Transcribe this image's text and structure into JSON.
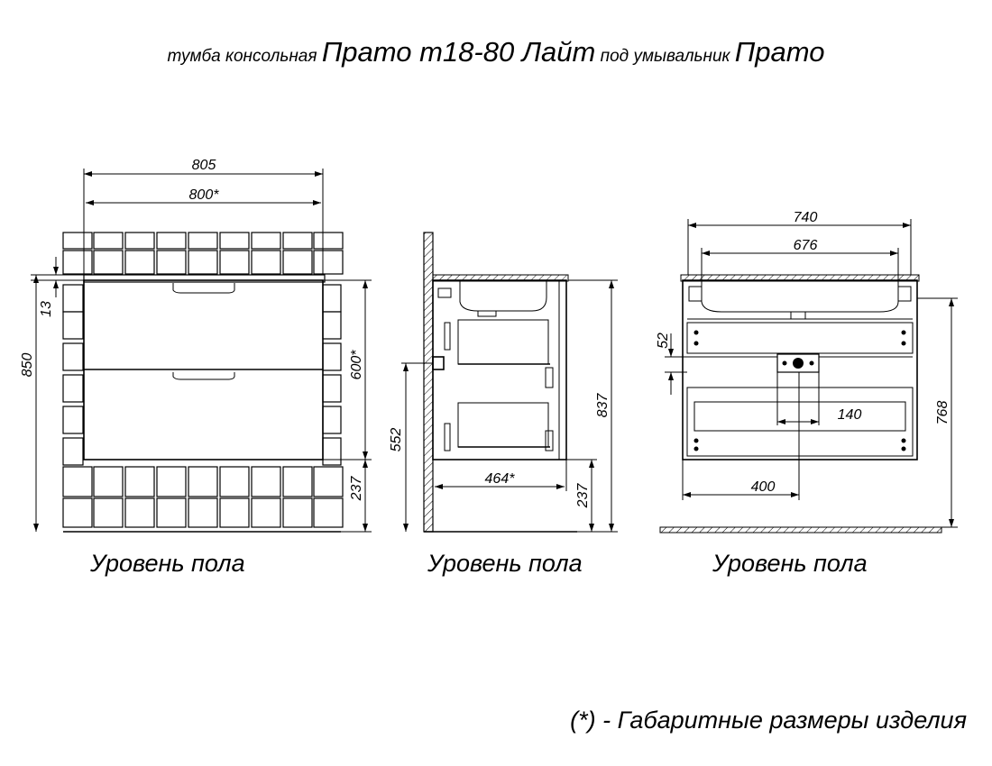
{
  "title": {
    "part1": "тумба консольная ",
    "part2": "Прато т18-80 Лайт",
    "part3": " под умывальник ",
    "part4": "Прато"
  },
  "views": {
    "front": {
      "dims": {
        "width_outer": "805",
        "width_inner": "800*",
        "top_gap": "13",
        "height": "850",
        "body_height": "600*",
        "floor_gap": "237"
      },
      "floor_label": "Уровень пола"
    },
    "side": {
      "dims": {
        "inlet_height": "552",
        "total_height": "837",
        "depth": "464*",
        "floor_gap": "237"
      },
      "floor_label": "Уровень пола"
    },
    "back": {
      "dims": {
        "width_outer": "740",
        "width_inner": "676",
        "mount_gap": "52",
        "pipe_width": "140",
        "pipe_offset": "400",
        "height": "768"
      },
      "floor_label": "Уровень пола"
    }
  },
  "footnote": "(*) - Габаритные размеры изделия"
}
